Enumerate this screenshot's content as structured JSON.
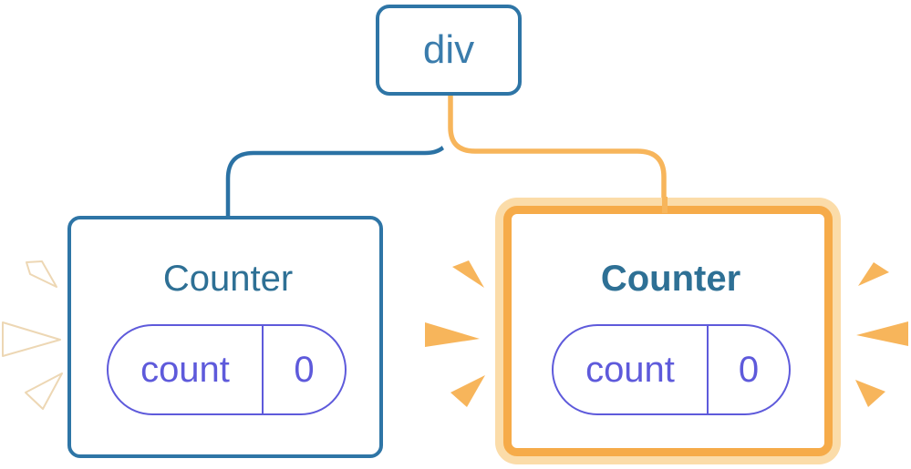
{
  "diagram": {
    "root": {
      "label": "div"
    },
    "children": [
      {
        "title": "Counter",
        "highlighted": false,
        "state": {
          "key": "count",
          "value": "0"
        }
      },
      {
        "title": "Counter",
        "highlighted": true,
        "state": {
          "key": "count",
          "value": "0"
        }
      }
    ]
  },
  "colors": {
    "background": "#FFFFFF",
    "node_border_blue": "#2E75A6",
    "node_text_blue": "#3A7CAC",
    "connector_blue": "#2B72A4",
    "title_teal": "#2E7095",
    "pill_purple": "#5E5ADB",
    "connector_orange": "#F7B55B",
    "highlight_ring_outer": "#FBDCA9",
    "highlight_ring_inner": "#F6AB49",
    "spark_white": "#FFFFFF",
    "spark_orange": "#F7B55B"
  }
}
